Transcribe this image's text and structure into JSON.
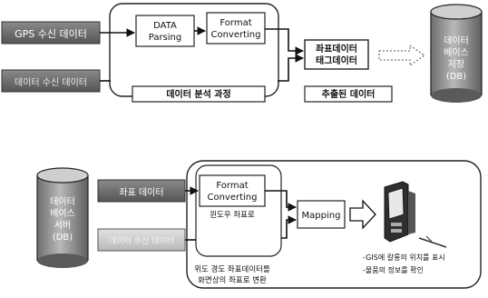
{
  "top": {
    "gps_data": "GPS 수신 데이터",
    "input2": "데이터 수신 데이터",
    "data_parsing": [
      "DATA",
      "Parsing"
    ],
    "format_converting": [
      "Format",
      "Converting"
    ],
    "coord_tag": [
      "좌표데이터",
      "태그데이터"
    ],
    "analysis_process": "데이터 분석 과정",
    "extracted_data": "추출된 데이터",
    "database": [
      "데이터",
      "베이스",
      "저장",
      "(DB)"
    ]
  },
  "bottom": {
    "database": [
      "데이터",
      "베이스",
      "서버",
      "(DB)"
    ],
    "coord_data": "좌표 데이터",
    "input2": "데이터 수신 데이터",
    "format_converting": [
      "Format",
      "Converting"
    ],
    "window_coords": "윈도우 좌표로",
    "mapping": "Mapping",
    "transform_note": [
      "위도 경도 좌표데이터를",
      "화면상의 좌표로 변환"
    ],
    "gis_notes": [
      "-GIS에 칼롱의 위치를 표시",
      "-물품의 정보를 확인"
    ]
  },
  "colors": {
    "gray_box": "#6f6f6f",
    "light_gray_box": "#d2d2d2",
    "cylinder": "#9a9a9a",
    "outline": "#222222"
  }
}
